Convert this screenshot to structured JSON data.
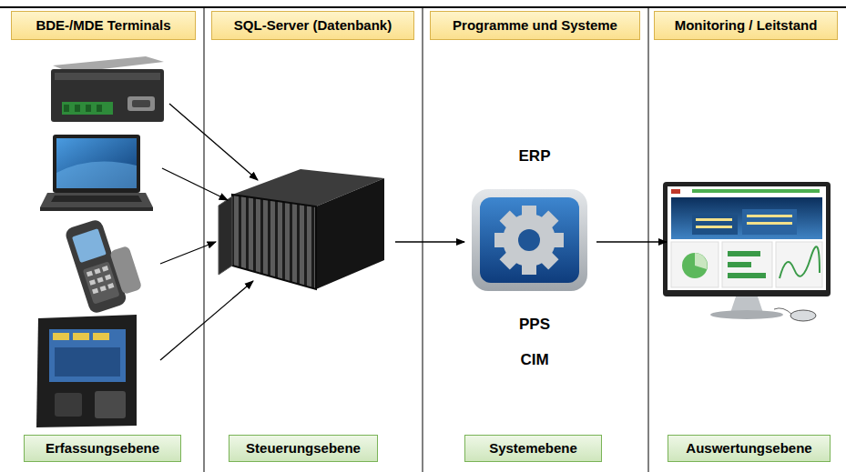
{
  "diagram": {
    "nodes": [
      {
        "text": [
          "BDE-/MDE Terminals"
        ]
      },
      {
        "text": [
          "SQL-Server (Datenbank)"
        ]
      },
      {
        "text": [
          "Programme und Systeme"
        ]
      },
      {
        "text": [
          "Monitoring / Leitstand"
        ]
      },
      {
        "text": [
          "Erfassungsebene"
        ]
      },
      {
        "text": [
          "Steuerungsebene"
        ]
      },
      {
        "text": [
          "Systemebene"
        ]
      },
      {
        "text": [
          "Auswertungsebene"
        ]
      }
    ],
    "labels": [
      "ERP",
      "PPS",
      "CIM"
    ]
  }
}
